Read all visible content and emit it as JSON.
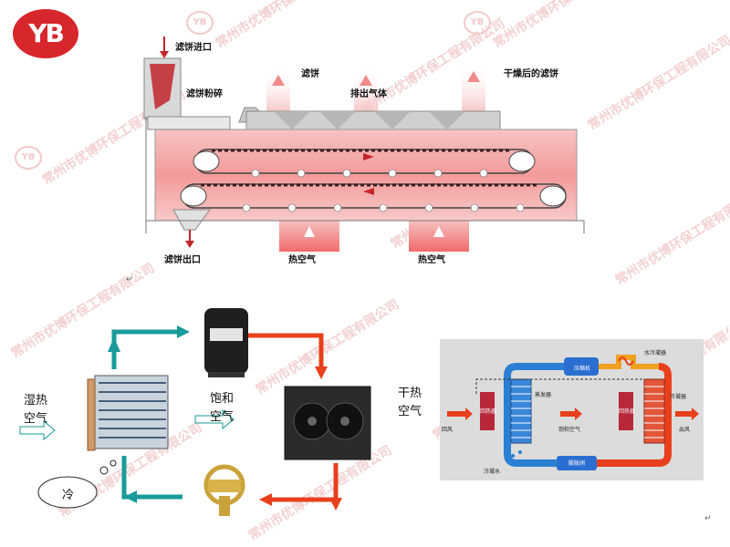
{
  "logo": {
    "text": "YB"
  },
  "watermark": {
    "text": "常州市优博环保工程有限公司",
    "logo_text": "YB"
  },
  "dryer": {
    "labels": {
      "inlet": "滤饼进口",
      "crush": "滤饼粉碎",
      "cake": "滤饼",
      "exhaust": "排出气体",
      "dried_cake": "干燥后的滤饼",
      "outlet": "滤饼出口",
      "hot_air_1": "热空气",
      "hot_air_2": "热空气"
    }
  },
  "cycle": {
    "labels": {
      "wet_hot_air_line1": "湿热",
      "wet_hot_air_line2": "空气",
      "saturated_line1": "饱和",
      "saturated_line2": "空气",
      "dry_hot_air_line1": "干热",
      "dry_hot_air_line2": "空气",
      "cold": "冷"
    }
  },
  "heatpump": {
    "labels": {
      "compressor": "压缩机",
      "water_condenser": "水冷凝器",
      "return_air": "回风",
      "evaporator": "蒸发器",
      "saturated_air": "饱和空气",
      "condenser": "冷凝器",
      "reheater_left": "回热器",
      "reheater_right": "回热器",
      "outlet_air": "出风",
      "condensate": "冷凝水",
      "expansion_valve": "膨胀阀"
    }
  },
  "return_mark": "↵",
  "colors": {
    "brand": "#d7262c",
    "teal": "#1a9b9b",
    "red_arrow": "#e8401c"
  }
}
